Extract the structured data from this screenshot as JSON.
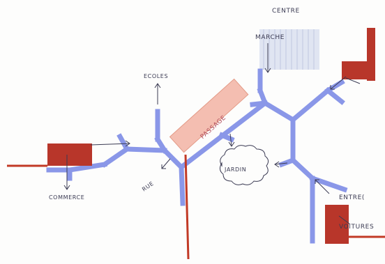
{
  "labels": {
    "centre": "CENTRE",
    "marche": "MARCHE",
    "ecoles": "ECOLES",
    "passage": "PASSAGE",
    "rue": "RUE",
    "jardin": "JARDIN",
    "commerce": "COMMERCE",
    "entree": "ENTRE(",
    "voitures": "VOITURES"
  },
  "colors": {
    "path": "#8a97e8",
    "road": "#c23a26",
    "building": "#b8362a",
    "passage_fill": "#f2b3a3",
    "market_fill": "#d6dcef",
    "ink": "#3a3a52"
  }
}
